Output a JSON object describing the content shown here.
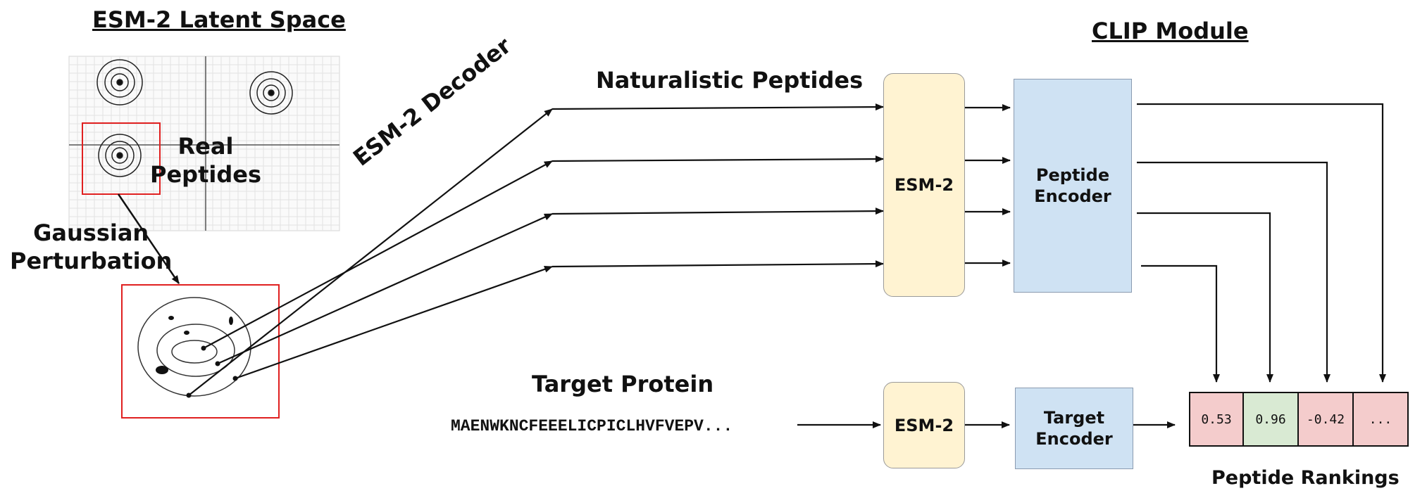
{
  "latent_space": {
    "title": "ESM-2 Latent Space",
    "real_peptides_label": [
      "Real",
      "Peptides"
    ]
  },
  "perturbation_label": [
    "Gaussian",
    "Perturbation"
  ],
  "decoder_label": "ESM-2 Decoder",
  "naturalistic_label": "Naturalistic Peptides",
  "clip": {
    "title": "CLIP Module",
    "esm_top_label": "ESM-2",
    "peptide_encoder_label": [
      "Peptide",
      "Encoder"
    ],
    "esm_bottom_label": "ESM-2",
    "target_encoder_label": [
      "Target",
      "Encoder"
    ]
  },
  "target": {
    "label": "Target Protein",
    "sequence": "MAENWKNCFEEELICPICLHVFVEPV..."
  },
  "rankings": {
    "label": "Peptide Rankings",
    "scores": [
      "0.53",
      "0.96",
      "-0.42",
      "..."
    ],
    "colors": [
      "#f4cccc",
      "#d9ead3",
      "#f4cccc",
      "#f4cccc"
    ]
  }
}
